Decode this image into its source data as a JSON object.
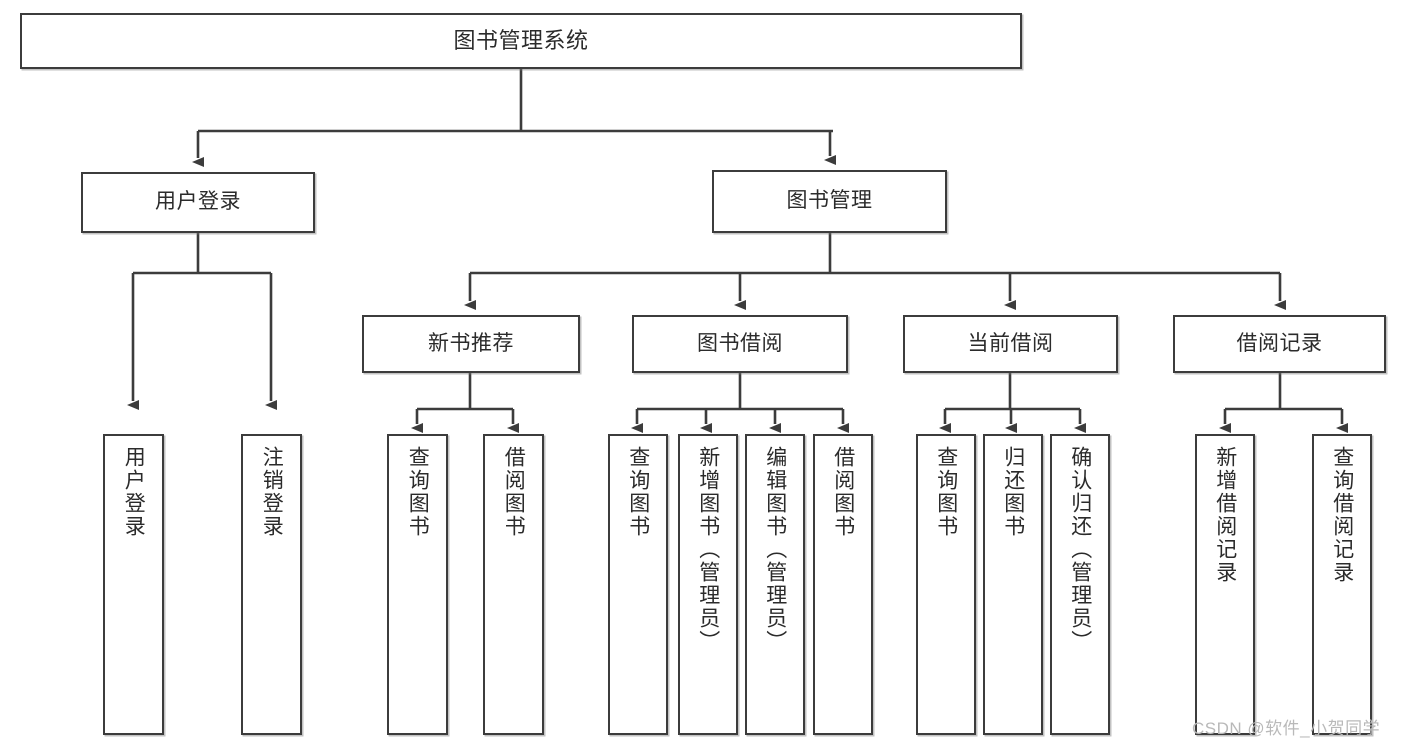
{
  "diagram": {
    "title": "图书管理系统",
    "type": "tree-hierarchy-diagram",
    "colors": {
      "stroke": "#3c3c3c",
      "fill": "#ffffff",
      "text": "#2b2b2b",
      "watermark": "#b9b9b9"
    },
    "root": {
      "label": "图书管理系统"
    },
    "level2": [
      {
        "label": "用户登录"
      },
      {
        "label": "图书管理"
      }
    ],
    "level3": [
      {
        "label": "新书推荐"
      },
      {
        "label": "图书借阅"
      },
      {
        "label": "当前借阅"
      },
      {
        "label": "借阅记录"
      }
    ],
    "leaves": {
      "user_login": [
        {
          "label": "用户登录"
        },
        {
          "label": "注销登录"
        }
      ],
      "new_book_recommend": [
        {
          "label": "查询图书"
        },
        {
          "label": "借阅图书"
        }
      ],
      "book_borrow": [
        {
          "label": "查询图书"
        },
        {
          "label": "新增图书（管理员）"
        },
        {
          "label": "编辑图书（管理员）"
        },
        {
          "label": "借阅图书"
        }
      ],
      "current_borrow": [
        {
          "label": "查询图书"
        },
        {
          "label": "归还图书"
        },
        {
          "label": "确认归还（管理员）"
        }
      ],
      "borrow_record": [
        {
          "label": "新增借阅记录"
        },
        {
          "label": "查询借阅记录"
        }
      ]
    }
  },
  "watermark": {
    "text": "CSDN @软件_小贺同学"
  }
}
